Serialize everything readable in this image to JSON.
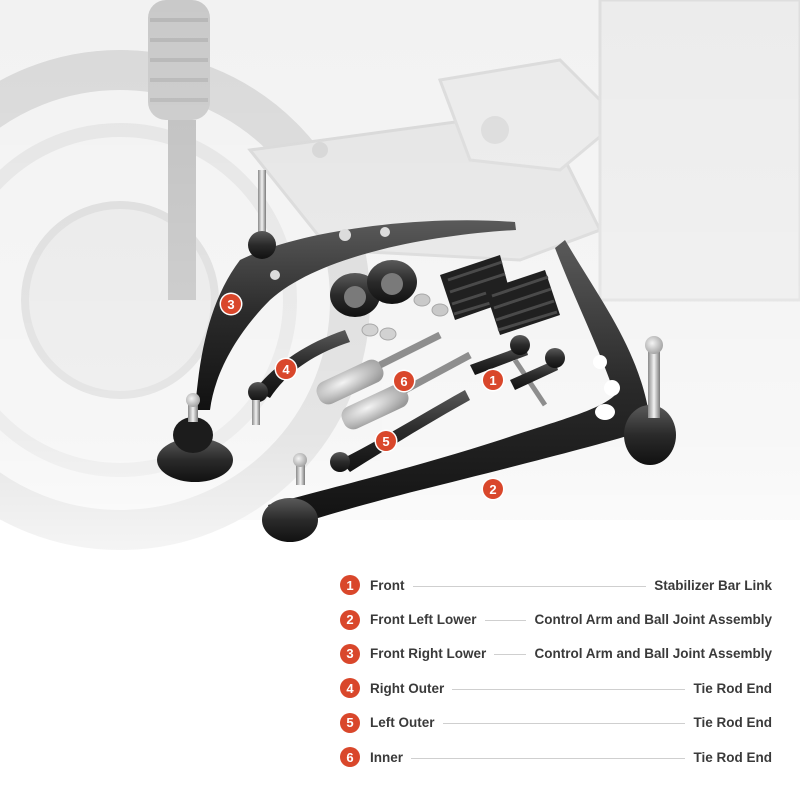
{
  "accent_color": "#d9472b",
  "background_image": "faded-vehicle-front-suspension-photo",
  "product_image": "suspension-kit-parts",
  "callouts": [
    "1",
    "2",
    "3",
    "4",
    "5",
    "6"
  ],
  "legend": [
    {
      "number": "1",
      "left": "Front",
      "right": "Stabilizer Bar Link"
    },
    {
      "number": "2",
      "left": "Front Left Lower",
      "right": "Control Arm and Ball Joint Assembly"
    },
    {
      "number": "3",
      "left": "Front Right Lower",
      "right": "Control Arm and Ball Joint Assembly"
    },
    {
      "number": "4",
      "left": "Right Outer",
      "right": "Tie Rod End"
    },
    {
      "number": "5",
      "left": "Left Outer",
      "right": "Tie Rod End"
    },
    {
      "number": "6",
      "left": "Inner",
      "right": "Tie Rod End"
    }
  ]
}
